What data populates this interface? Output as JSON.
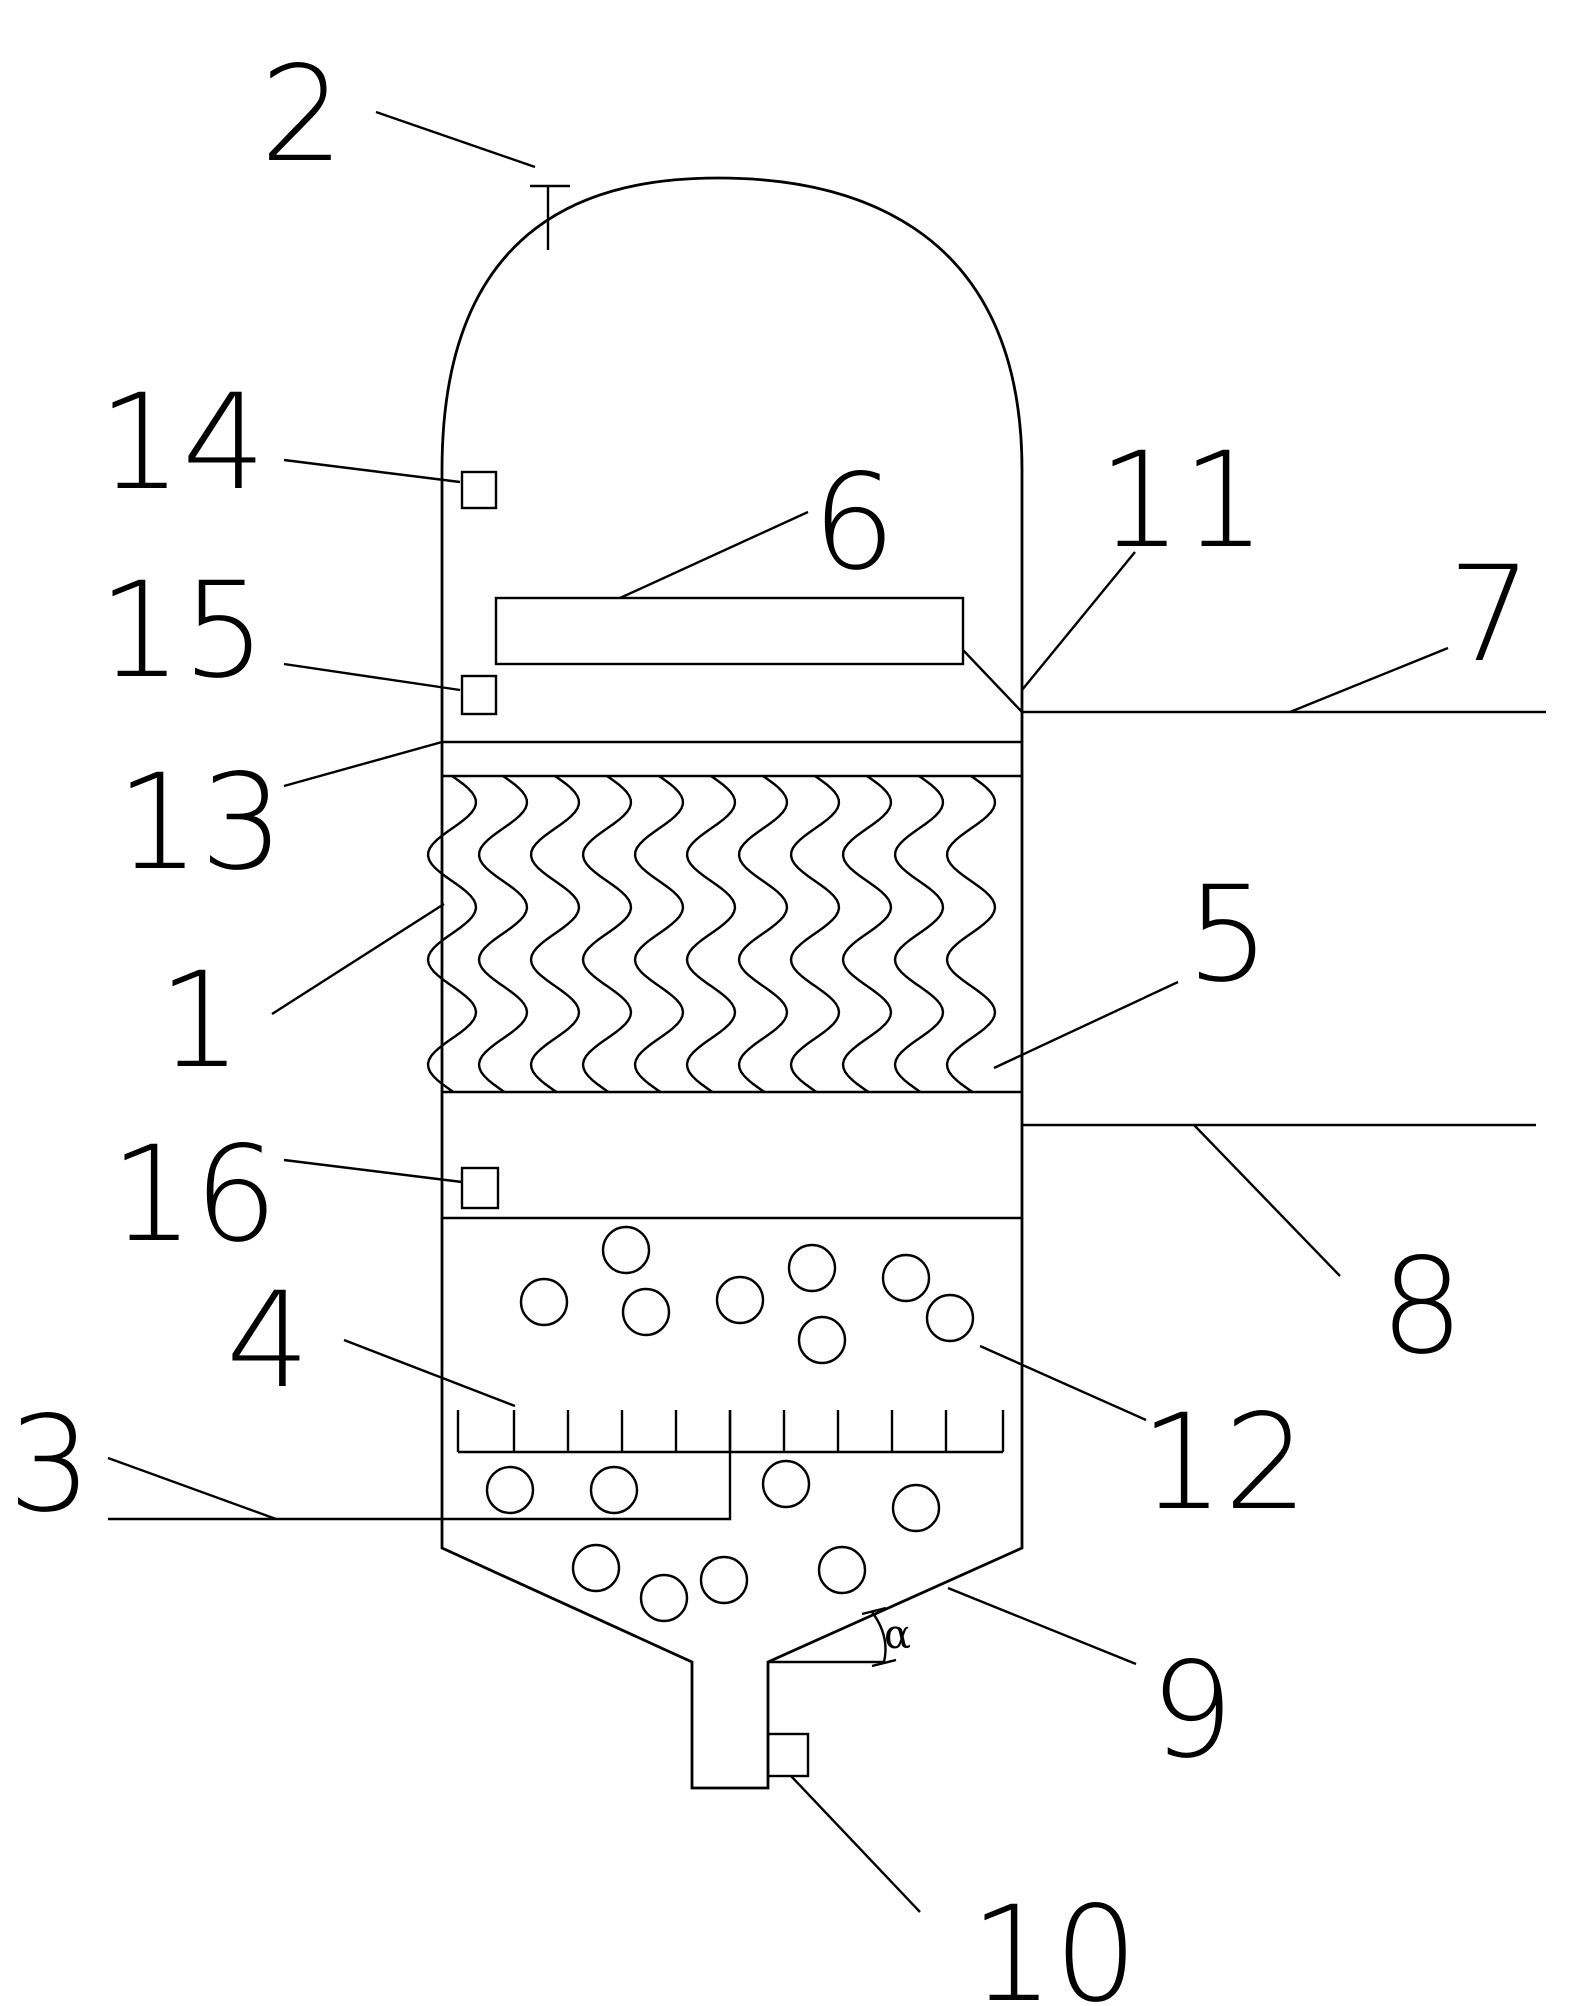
{
  "labels": {
    "l1": "1",
    "l2": "2",
    "l3": "3",
    "l4": "4",
    "l5": "5",
    "l6": "6",
    "l7": "7",
    "l8": "8",
    "l9": "9",
    "l10": "10",
    "l11": "11",
    "l12": "12",
    "l13": "13",
    "l14": "14",
    "l15": "15",
    "l16": "16",
    "alpha": "α"
  },
  "colors": {
    "stroke": "#000000",
    "background": "#ffffff"
  }
}
